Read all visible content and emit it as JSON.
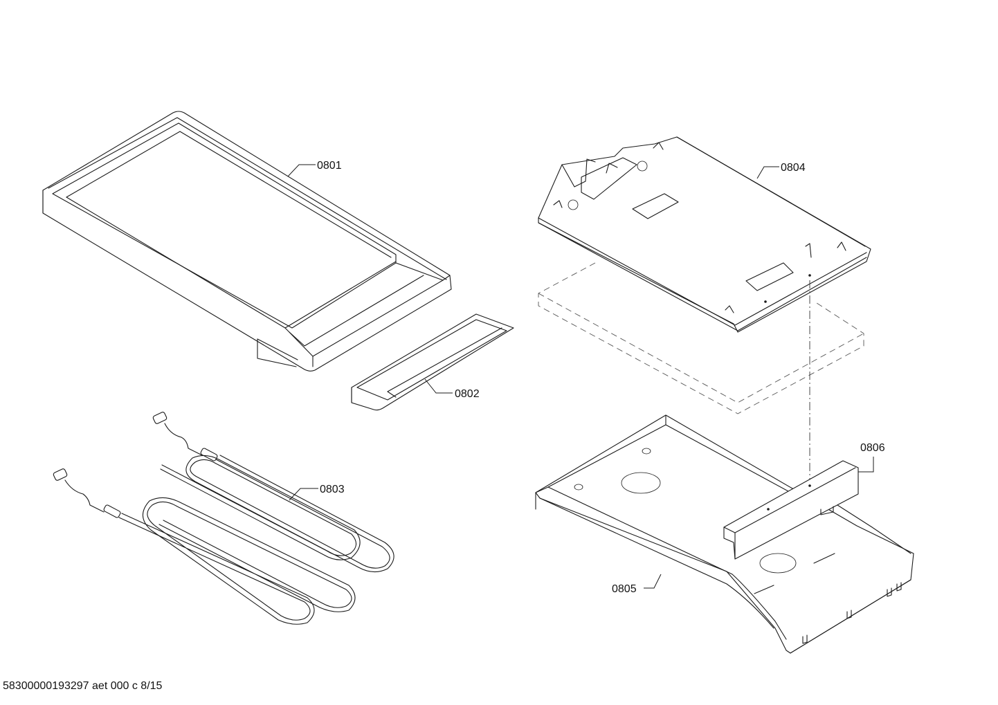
{
  "parts": [
    {
      "id": "0801"
    },
    {
      "id": "0802"
    },
    {
      "id": "0803"
    },
    {
      "id": "0804"
    },
    {
      "id": "0805"
    },
    {
      "id": "0806"
    }
  ],
  "footer": {
    "text": "58300000193297 aet 000 c 8/15"
  }
}
